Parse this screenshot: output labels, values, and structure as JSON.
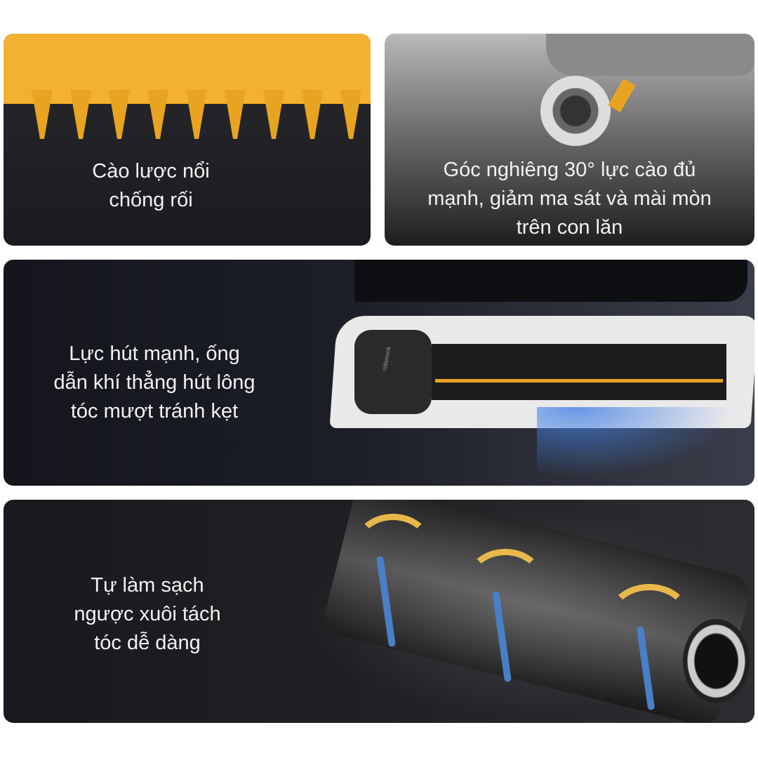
{
  "panels": [
    {
      "caption_lines": [
        "Cào lược nổi",
        "chống rối"
      ]
    },
    {
      "caption_lines": [
        "Góc nghiêng 30° lực cào đủ",
        "mạnh, giảm ma sát và mài mòn",
        "trên con lăn"
      ]
    },
    {
      "caption_lines": [
        "Lực hút mạnh, ống",
        "dẫn khí thẳng hút lông",
        "tóc mượt tránh kẹt"
      ]
    },
    {
      "caption_lines": [
        "Tự làm sạch",
        "ngược xuôi tách",
        "tóc dễ dàng"
      ]
    }
  ],
  "brand_mark": "roborock",
  "colors": {
    "comb": "#f2b130",
    "airflow": "#3a7bd5",
    "arrow_gold": "#e8b84a",
    "arrow_blue": "#4a7fc8"
  }
}
